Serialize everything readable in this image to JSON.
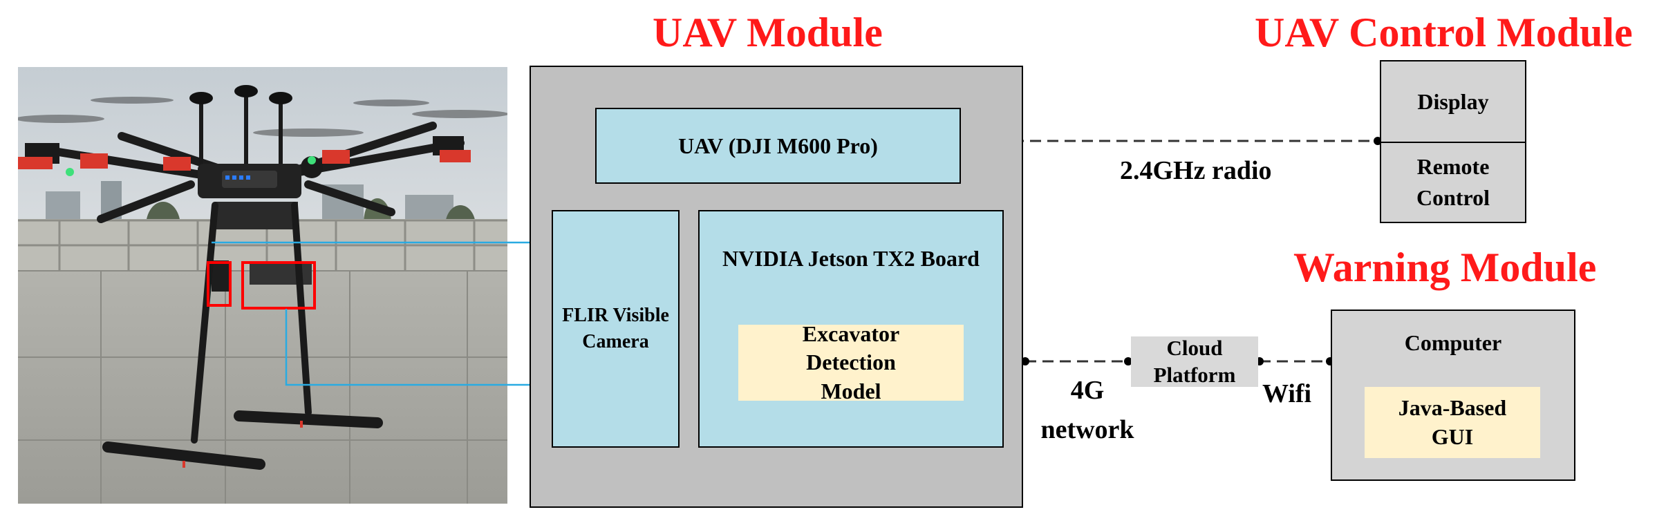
{
  "titles": {
    "uav_module": "UAV Module",
    "uav_control_module": "UAV Control Module",
    "warning_module": "Warning Module"
  },
  "uav_module": {
    "uav": "UAV (DJI M600 Pro)",
    "camera": "FLIR Visible Camera",
    "board": "NVIDIA Jetson TX2 Board",
    "detection_model": "Excavator Detection Model"
  },
  "control_module": {
    "display": "Display",
    "remote_control": "Remote Control"
  },
  "warning_module": {
    "computer": "Computer",
    "gui": "Java-Based GUI"
  },
  "links": {
    "radio": "2.4GHz radio",
    "network": "4G network",
    "cloud": "Cloud Platform",
    "wifi": "Wifi"
  },
  "colors": {
    "title": "#ff1a1a",
    "module_bg": "#c0c0c0",
    "component_bg": "#b4dde8",
    "model_bg": "#fff2cc",
    "arrow": "#29abe2",
    "highlight": "#ff0000"
  }
}
